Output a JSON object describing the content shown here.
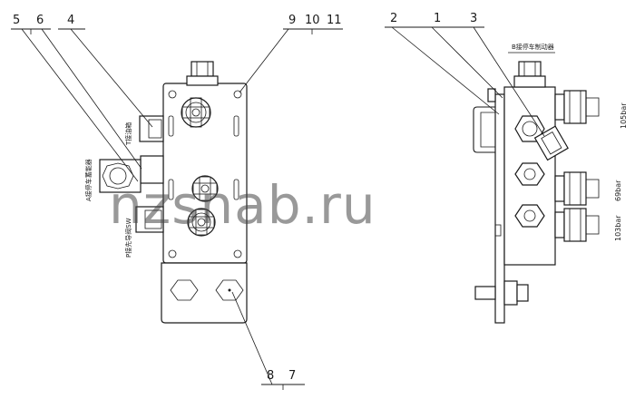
{
  "callouts": {
    "n1": "1",
    "n2": "2",
    "n3": "3",
    "n4": "4",
    "n5": "5",
    "n6": "6",
    "n7": "7",
    "n8": "8",
    "n9": "9",
    "n10": "10",
    "n11": "11"
  },
  "port_labels": {
    "t_port": "T接油箱",
    "a_port": "A接停车蓄能器",
    "p_port": "P接先导阀SW",
    "b_port": "B接停车制动器"
  },
  "pressure_labels": {
    "p105": "105bar",
    "p69": "69bar",
    "p103": "103bar"
  },
  "watermark": "nzsnab.ru"
}
